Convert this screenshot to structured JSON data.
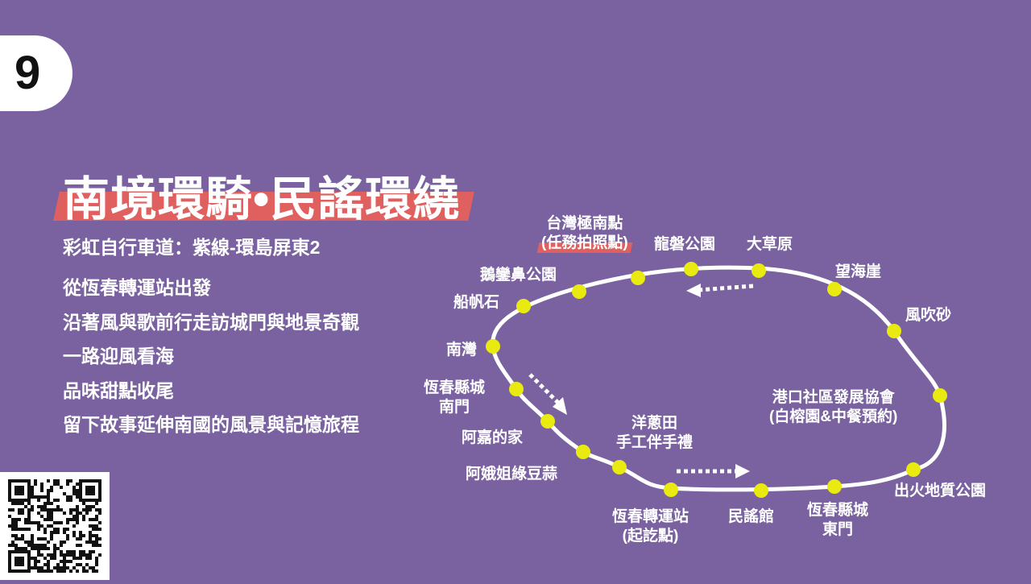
{
  "badge_number": "9",
  "title": "南境環騎•民謠環繞",
  "subtitle": "彩虹自行車道：紫線-環島屏東2",
  "description_lines": [
    "從恆春轉運站出發",
    "沿著風與歌前行走訪城門與地景奇觀",
    "一路迎風看海",
    "品味甜點收尾",
    "留下故事延伸南國的風景與記憶旅程"
  ],
  "colors": {
    "background": "#7a62a0",
    "accent": "#e0605f",
    "stop": "#e8ea10",
    "route": "#ffffff"
  },
  "map": {
    "stops": {
      "nanwan": "南灣",
      "chuanfanshi": "船帆石",
      "eluanbi": "鵝鑾鼻公園",
      "southernmost_1": "台灣極南點",
      "southernmost_2": "(任務拍照點)",
      "longpan": "龍磐公園",
      "grassland": "大草原",
      "wanghai": "望海崖",
      "fengchuisha": "風吹砂",
      "gangkou_1": "港口社區發展協會",
      "gangkou_2": "(白榕園&中餐預約)",
      "chuhuo": "出火地質公園",
      "eastgate_1": "恆春縣城",
      "eastgate_2": "東門",
      "folk": "民謠館",
      "terminal_1": "恆春轉運站",
      "terminal_2": "(起訖點)",
      "onion_1": "洋蔥田",
      "onion_2": "手工伴手禮",
      "garlic": "阿娥姐綠豆蒜",
      "ajia": "阿嘉的家",
      "southgate_1": "恆春縣城",
      "southgate_2": "南門"
    }
  },
  "icons": {
    "direction_arrows": "dotted-arrow-icon",
    "qr": "qr-code"
  }
}
